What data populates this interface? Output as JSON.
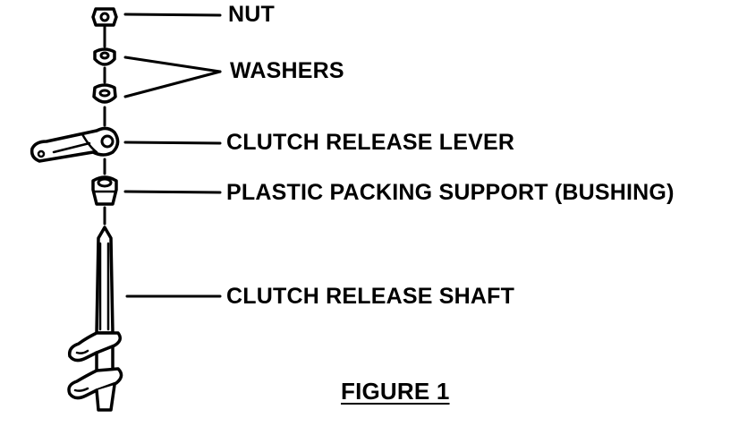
{
  "labels": {
    "nut": "NUT",
    "washers": "WASHERS",
    "lever": "CLUTCH RELEASE LEVER",
    "bushing": "PLASTIC PACKING SUPPORT (BUSHING)",
    "shaft": "CLUTCH RELEASE SHAFT"
  },
  "figure_caption": "FIGURE 1",
  "colors": {
    "ink": "#000000",
    "paper": "#ffffff"
  }
}
